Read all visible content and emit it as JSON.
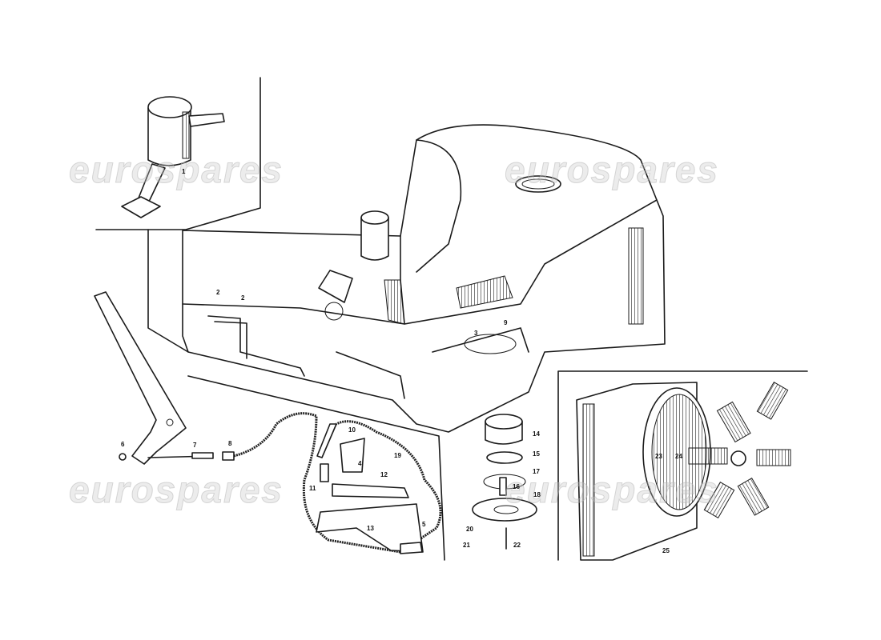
{
  "diagram": {
    "part_labels": {
      "p1": "1",
      "p2a": "2",
      "p2b": "2",
      "p3": "3",
      "p9": "9",
      "p6": "6",
      "p7": "7",
      "p8": "8",
      "p10": "10",
      "p4": "4",
      "p19": "19",
      "p11": "11",
      "p12": "12",
      "p13": "13",
      "p5": "5",
      "p14": "14",
      "p15": "15",
      "p17": "17",
      "p16": "16",
      "p18": "18",
      "p20": "20",
      "p21": "21",
      "p22": "22",
      "p23": "23",
      "p24": "24",
      "p25": "25"
    },
    "watermark": "eurospares",
    "line_color": "#1a1a1a"
  }
}
